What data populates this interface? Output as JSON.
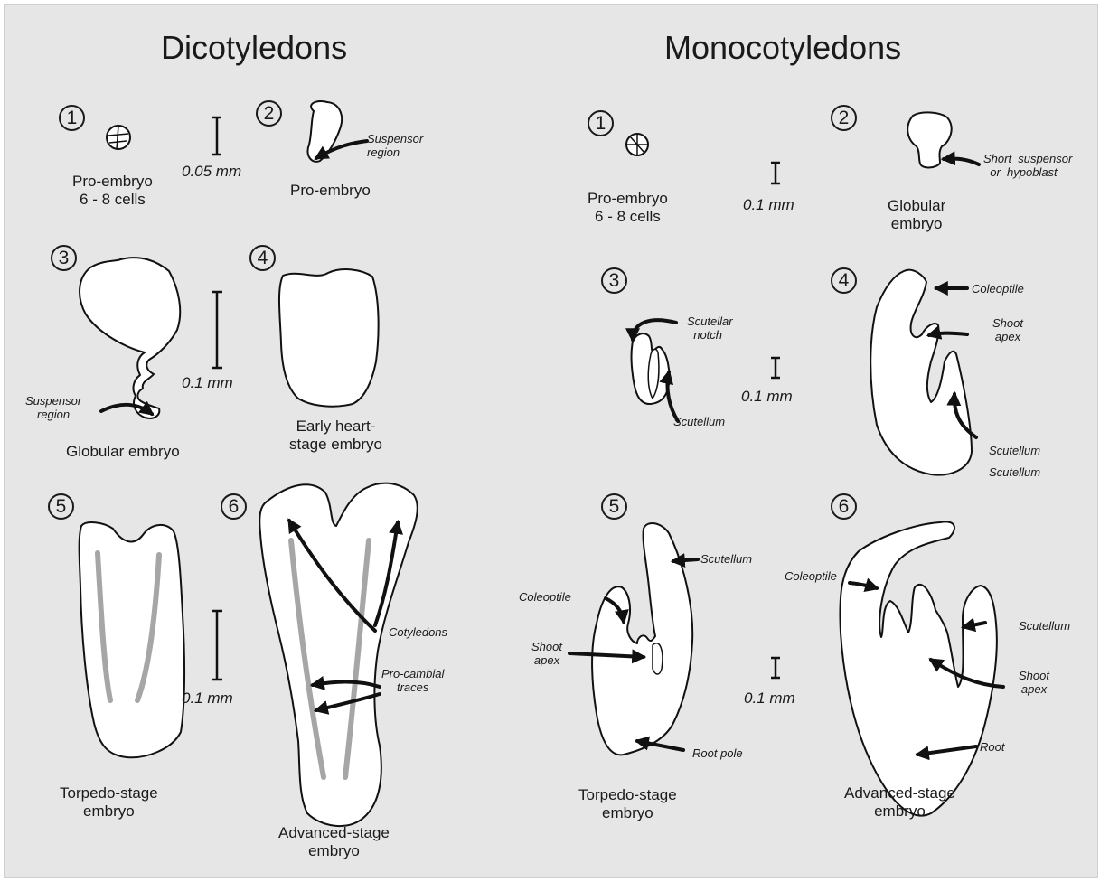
{
  "headings": {
    "dicot": "Dicotyledons",
    "monocot": "Monocotyledons"
  },
  "dicot": {
    "numbers": [
      "1",
      "2",
      "3",
      "4",
      "5",
      "6"
    ],
    "stage1": "Pro-embryo\n6 - 8 cells",
    "stage2": "Pro-embryo",
    "stage3": "Globular embryo",
    "stage4": "Early heart-\nstage embryo",
    "stage5": "Torpedo-stage\nembryo",
    "stage6": "Advanced-stage\nembryo",
    "scale_1": "0.05 mm",
    "scale_2": "0.1 mm",
    "scale_3": "0.1 mm",
    "ann_suspensor_2": "Suspensor\nregion",
    "ann_suspensor_3": "Suspensor\nregion",
    "ann_cotyledons": "Cotyledons",
    "ann_procambial": "Pro-cambial\ntraces"
  },
  "monocot": {
    "numbers": [
      "1",
      "2",
      "3",
      "4",
      "5",
      "6"
    ],
    "stage1": "Pro-embryo\n6 - 8 cells",
    "stage2": "Globular\nembryo",
    "stage5": "Torpedo-stage\nembryo",
    "stage6": "Advanced-stage\nembryo",
    "scale_1": "0.1 mm",
    "scale_2": "0.1 mm",
    "scale_3": "0.1 mm",
    "ann_short_suspensor": "Short  suspensor\n  or  hypoblast",
    "ann_scutellar_notch": "Scutellar\n  notch",
    "ann_scutellum_3": "Scutellum",
    "ann_coleoptile_4": "Coleoptile",
    "ann_shoot_apex_4": "Shoot\napex",
    "ann_scutellum_4a": "Scutellum",
    "ann_scutellum_4b": "Scutellum",
    "ann_scutellum_5": "Scutellum",
    "ann_coleoptile_5": "Coleoptile",
    "ann_shoot_apex_5": "Shoot\napex",
    "ann_root_pole": "Root pole",
    "ann_coleoptile_6": "Coleoptile",
    "ann_scutellum_6": "Scutellum",
    "ann_shoot_apex_6": "Shoot\napex",
    "ann_root": "Root"
  }
}
